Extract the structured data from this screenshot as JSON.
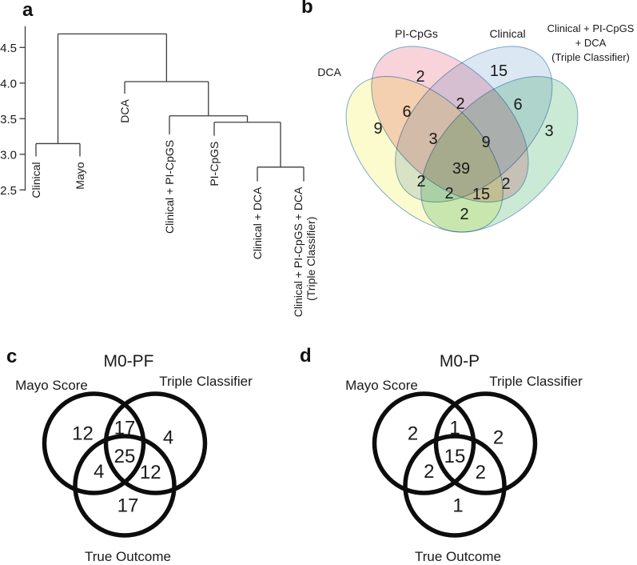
{
  "panels": {
    "a": {
      "letter": "a"
    },
    "b": {
      "letter": "b"
    },
    "c": {
      "letter": "c"
    },
    "d": {
      "letter": "d"
    }
  },
  "colors": {
    "background": "#ffffff",
    "dendrogram_line": "#3c3c3c",
    "venn4_outline": "#7FA8C9",
    "venn3_circle": "#0d0d0d",
    "text": "#1a1a1a"
  },
  "chart_data": [
    {
      "id": "a",
      "type": "dendrogram",
      "title": "",
      "ylabel": "",
      "yticks": [
        "2.5",
        "3.0",
        "3.5",
        "4.0",
        "4.5"
      ],
      "ylim": [
        2.5,
        4.8
      ],
      "grid": false,
      "leaves": [
        {
          "label": "Clinical",
          "height": 2.97
        },
        {
          "label": "Mayo",
          "height": 2.97
        },
        {
          "label": "DCA",
          "height": 3.85
        },
        {
          "label": "Clinical + PI-CpGS",
          "height": 3.28
        },
        {
          "label": "PI-CpGS",
          "height": 3.26
        },
        {
          "label": "Clinical + DCA",
          "height": 2.62
        },
        {
          "label": "Clinical + PI-CpGS + DCA",
          "label_line2": "(Triple Classifier)",
          "height": 2.62
        }
      ],
      "merges": [
        {
          "id": "m1",
          "children": [
            "L0",
            "L1"
          ],
          "height": 3.15
        },
        {
          "id": "m2",
          "children": [
            "L5",
            "L6"
          ],
          "height": 2.82
        },
        {
          "id": "m3",
          "children": [
            "L4",
            "m2"
          ],
          "height": 3.45
        },
        {
          "id": "m4",
          "children": [
            "L3",
            "m3"
          ],
          "height": 3.54
        },
        {
          "id": "m5",
          "children": [
            "L2",
            "m4"
          ],
          "height": 4.02
        },
        {
          "id": "m6",
          "children": [
            "m1",
            "m5"
          ],
          "height": 4.69
        }
      ]
    },
    {
      "id": "b",
      "type": "venn4",
      "sets": [
        {
          "key": "DCA",
          "label_lines": [
            "DCA"
          ],
          "color": "#FBFBCE"
        },
        {
          "key": "PI",
          "label_lines": [
            "PI-CpGs"
          ],
          "color": "#F8D3DA"
        },
        {
          "key": "CLIN",
          "label_lines": [
            "Clinical"
          ],
          "color": "#DCE7F4"
        },
        {
          "key": "TRI",
          "label_lines": [
            "Clinical + PI-CpGS",
            "+ DCA",
            "(Triple Classifier)"
          ],
          "color": "#CBEAD6"
        }
      ],
      "regions": [
        {
          "sets": [
            "DCA"
          ],
          "value": 9
        },
        {
          "sets": [
            "PI"
          ],
          "value": 2
        },
        {
          "sets": [
            "CLIN"
          ],
          "value": 15
        },
        {
          "sets": [
            "TRI"
          ],
          "value": 3
        },
        {
          "sets": [
            "DCA",
            "PI"
          ],
          "value": 6
        },
        {
          "sets": [
            "PI",
            "CLIN"
          ],
          "value": 2
        },
        {
          "sets": [
            "CLIN",
            "TRI"
          ],
          "value": 6
        },
        {
          "sets": [
            "DCA",
            "CLIN"
          ],
          "value": 2
        },
        {
          "sets": [
            "PI",
            "TRI"
          ],
          "value": 2
        },
        {
          "sets": [
            "DCA",
            "TRI"
          ],
          "value": 2
        },
        {
          "sets": [
            "DCA",
            "PI",
            "CLIN"
          ],
          "value": 3
        },
        {
          "sets": [
            "PI",
            "CLIN",
            "TRI"
          ],
          "value": 9
        },
        {
          "sets": [
            "DCA",
            "CLIN",
            "TRI"
          ],
          "value": 2
        },
        {
          "sets": [
            "DCA",
            "PI",
            "TRI"
          ],
          "value": 15
        },
        {
          "sets": [
            "DCA",
            "PI",
            "CLIN",
            "TRI"
          ],
          "value": 39
        }
      ]
    },
    {
      "id": "c",
      "type": "venn3",
      "title": "M0-PF",
      "sets": [
        "Mayo Score",
        "Triple Classifier",
        "True Outcome"
      ],
      "regions": [
        {
          "sets": [
            "Mayo Score"
          ],
          "value": 12
        },
        {
          "sets": [
            "Triple Classifier"
          ],
          "value": 4
        },
        {
          "sets": [
            "True Outcome"
          ],
          "value": 17
        },
        {
          "sets": [
            "Mayo Score",
            "Triple Classifier"
          ],
          "value": 17
        },
        {
          "sets": [
            "Mayo Score",
            "True Outcome"
          ],
          "value": 4
        },
        {
          "sets": [
            "Triple Classifier",
            "True Outcome"
          ],
          "value": 12
        },
        {
          "sets": [
            "Mayo Score",
            "Triple Classifier",
            "True Outcome"
          ],
          "value": 25
        }
      ]
    },
    {
      "id": "d",
      "type": "venn3",
      "title": "M0-P",
      "sets": [
        "Mayo Score",
        "Triple Classifier",
        "True Outcome"
      ],
      "regions": [
        {
          "sets": [
            "Mayo Score"
          ],
          "value": 2
        },
        {
          "sets": [
            "Triple Classifier"
          ],
          "value": 2
        },
        {
          "sets": [
            "True Outcome"
          ],
          "value": 1
        },
        {
          "sets": [
            "Mayo Score",
            "Triple Classifier"
          ],
          "value": 1
        },
        {
          "sets": [
            "Mayo Score",
            "True Outcome"
          ],
          "value": 2
        },
        {
          "sets": [
            "Triple Classifier",
            "True Outcome"
          ],
          "value": 2
        },
        {
          "sets": [
            "Mayo Score",
            "Triple Classifier",
            "True Outcome"
          ],
          "value": 15
        }
      ]
    }
  ]
}
